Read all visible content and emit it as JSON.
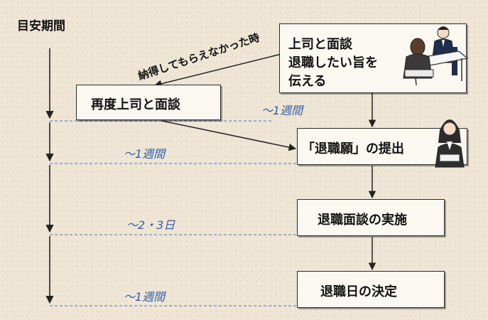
{
  "timeline": {
    "title": "目安期間"
  },
  "steps": {
    "talk_boss": {
      "lines": [
        "上司と面談",
        "退職したい旨を",
        "伝える"
      ]
    },
    "talk_again": {
      "label": "再度上司と面談"
    },
    "submit": {
      "label": "「退職願」の提出"
    },
    "interview": {
      "label": "退職面談の実施"
    },
    "decide": {
      "label": "退職日の決定"
    }
  },
  "annotations": {
    "not_convinced": "納得してもらえなかった時"
  },
  "durations": {
    "d1": "～1週間",
    "d2": "～1週間",
    "d3": "～2・3日",
    "d4": "～1週間"
  },
  "colors": {
    "duration": "#2f5fa8",
    "dashed": "#4a78c2",
    "line": "#222222"
  }
}
